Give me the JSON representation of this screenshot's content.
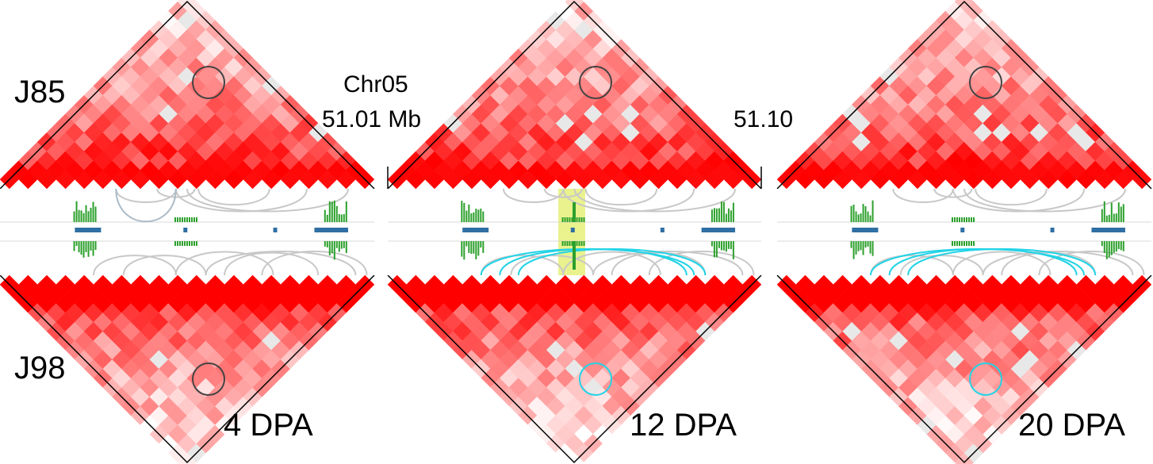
{
  "labels": {
    "genotype_top": "J85",
    "genotype_bottom": "J98",
    "chromosome": "Chr05",
    "coord_start": "51.01 Mb",
    "coord_end": "51.10"
  },
  "panels": [
    {
      "id": "p4",
      "timepoint": "4 DPA",
      "seed": 11,
      "highlight": false,
      "circle_top": "#444444",
      "circle_bottom": "#444444",
      "loops_top_color": "#c8c8c8",
      "loops_bottom_cyan": false
    },
    {
      "id": "p12",
      "timepoint": "12 DPA",
      "seed": 29,
      "highlight": true,
      "circle_top": "#444444",
      "circle_bottom": "#22d3e6",
      "loops_top_color": "#c8c8c8",
      "loops_bottom_cyan": true
    },
    {
      "id": "p20",
      "timepoint": "20 DPA",
      "seed": 47,
      "highlight": false,
      "circle_top": "#444444",
      "circle_bottom": "#22d3e6",
      "loops_top_color": "#c8c8c8",
      "loops_bottom_cyan": true
    }
  ],
  "colors": {
    "heat_max": "#ff0000",
    "heat_min": "#ffffff",
    "heat_null": "#e8e8e8",
    "signal": "#2ca02c",
    "gene": "#2f6fa3",
    "cyan_loop": "#22d3e6",
    "highlight": "#e6f07a"
  }
}
